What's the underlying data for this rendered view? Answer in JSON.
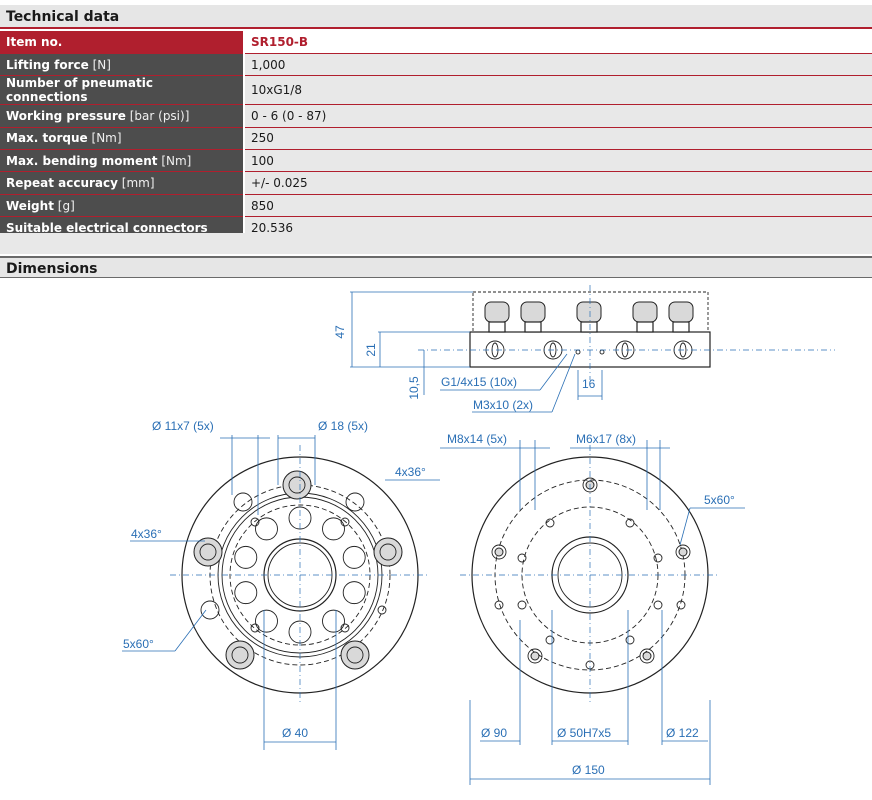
{
  "technical": {
    "title": "Technical data",
    "rows": [
      {
        "label": "Item no.",
        "unit": "",
        "value": "SR150-B"
      },
      {
        "label": "Lifting force",
        "unit": "[N]",
        "value": "1,000"
      },
      {
        "label": "Number of pneumatic connections",
        "unit": "",
        "value": "10xG1/8"
      },
      {
        "label": "Working pressure",
        "unit": "[bar (psi)]",
        "value": "0 - 6 (0 - 87)"
      },
      {
        "label": "Max. torque",
        "unit": "[Nm]",
        "value": "250"
      },
      {
        "label": "Max. bending moment",
        "unit": "[Nm]",
        "value": "100"
      },
      {
        "label": "Repeat accuracy",
        "unit": "[mm]",
        "value": "+/- 0.025"
      },
      {
        "label": "Weight",
        "unit": "[g]",
        "value": "850"
      },
      {
        "label": "Suitable electrical connectors",
        "unit": "",
        "value": "20.536"
      }
    ]
  },
  "dimensions": {
    "title": "Dimensions",
    "side_view": {
      "height_total": "47",
      "height_body": "21",
      "height_port": "10,5",
      "port_spacing": "16",
      "port_thread": "G1/4x15 (10x)",
      "side_thread": "M3x10 (2x)"
    },
    "left_view": {
      "hole_small": "Ø 11x7 (5x)",
      "hole_large": "Ø 18 (5x)",
      "angle_top": "4x36°",
      "angle_left": "4x36°",
      "angle_bottom": "5x60°",
      "diameter": "Ø 40"
    },
    "right_view": {
      "thread_a": "M8x14 (5x)",
      "thread_b": "M6x17 (8x)",
      "angle": "5x60°",
      "dia_90": "Ø 90",
      "dia_center": "Ø 50H7x5",
      "dia_122": "Ø 122",
      "dia_150": "Ø 150"
    }
  },
  "colors": {
    "accent": "#b01f2e",
    "label_bg": "#4d4d4d",
    "value_bg": "#e8e8e8",
    "dimension": "#2a6fb5"
  }
}
